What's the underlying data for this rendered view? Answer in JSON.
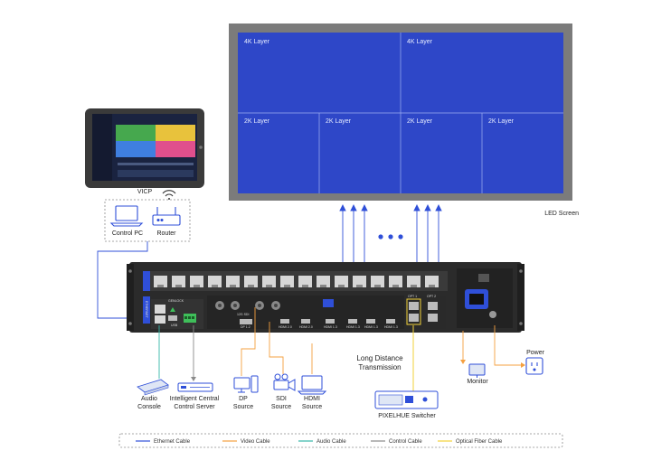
{
  "screen": {
    "label": "LED Screen",
    "layers": [
      "4K Layer",
      "4K Layer",
      "2K Layer",
      "2K Layer",
      "2K Layer",
      "2K Layer"
    ]
  },
  "tablet": {
    "label": "VICP"
  },
  "network": {
    "control_pc": "Control PC",
    "router": "Router"
  },
  "device_ports": {
    "ethernet": "ETHERNET",
    "usb": "USB",
    "genlock": "GENLOCK",
    "dp": "DP 1.2",
    "hdmi": [
      "HDMI 2.0",
      "HDMI 2.0",
      "HDMI 1.3",
      "HDMI 1.3",
      "HDMI 1.3",
      "HDMI 1.3"
    ],
    "sdi": "12G SDI",
    "opt": [
      "OPT 1",
      "OPT 2"
    ]
  },
  "sources": {
    "audio_console": "Audio\nConsole",
    "control_server": "Intelligent Central\nControl Server",
    "dp_source": "DP\nSource",
    "sdi_source": "SDI\nSource",
    "hdmi_source": "HDMI\nSource"
  },
  "transmission": {
    "label": "Long Distance\nTransmission"
  },
  "switcher": {
    "label": "PIXELHUE Switcher"
  },
  "monitor": {
    "label": "Monitor"
  },
  "power": {
    "label": "Power"
  },
  "legend": {
    "items": [
      {
        "label": "Ethernet Cable",
        "color": "#2f4fd8"
      },
      {
        "label": "Video Cable",
        "color": "#f5a040"
      },
      {
        "label": "Audio Cable",
        "color": "#35b8a8"
      },
      {
        "label": "Control Cable",
        "color": "#8a8a8a"
      },
      {
        "label": "Optical Fiber Cable",
        "color": "#f2d23a"
      }
    ]
  },
  "colors": {
    "ethernet": "#2f4fd8",
    "video": "#f5a040",
    "audio": "#35b8a8",
    "control": "#8a8a8a",
    "fiber": "#f2d23a",
    "screen_fill": "#2e47c8",
    "screen_frame": "#7b7b7b",
    "device_body": "#2b2b2b"
  }
}
